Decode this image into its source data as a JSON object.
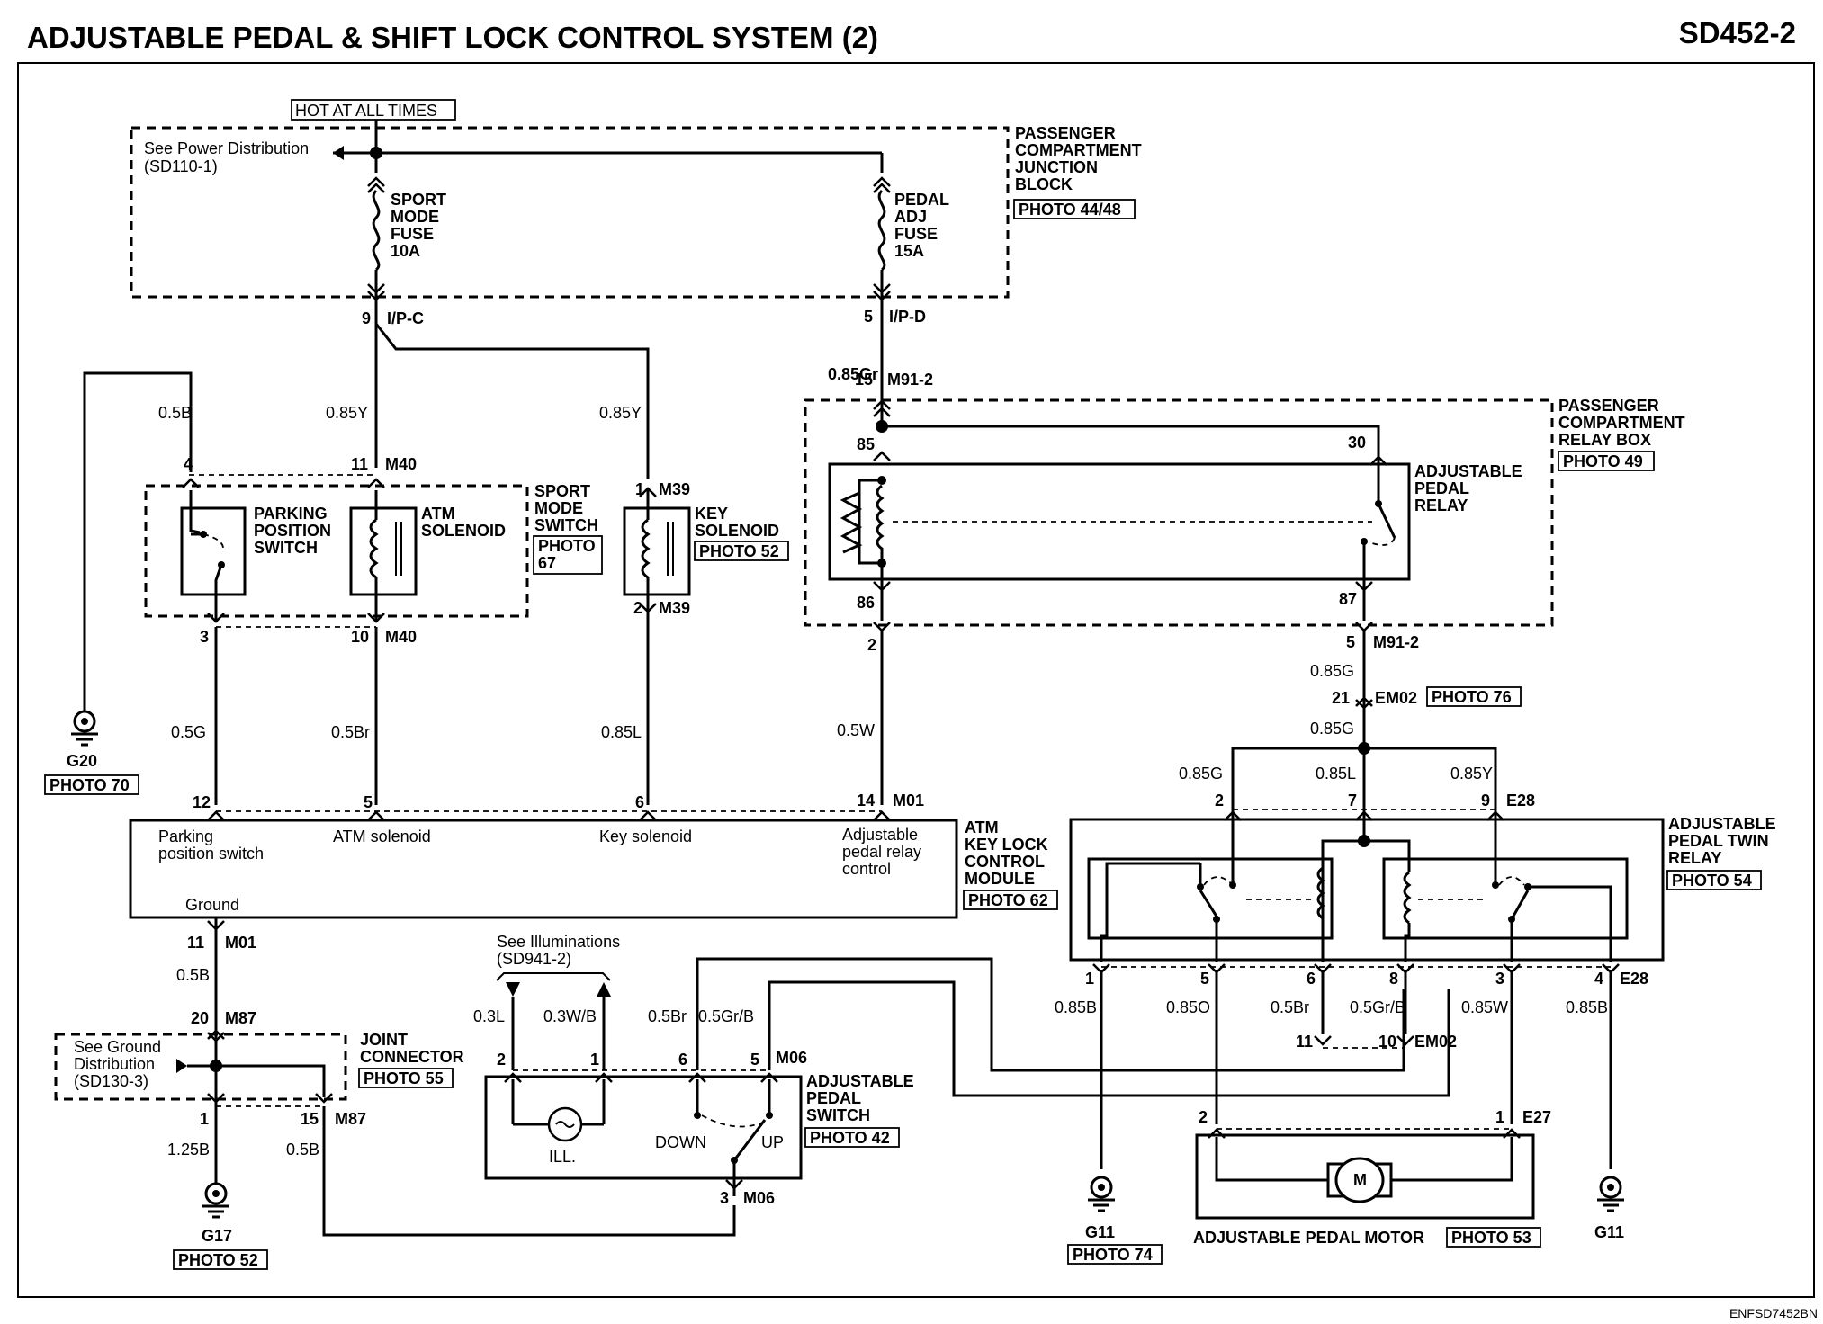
{
  "title": "ADJUSTABLE PEDAL & SHIFT LOCK CONTROL SYSTEM (2)",
  "code": "SD452-2",
  "footer_code": "ENFSD7452BN",
  "hot_at_all_times": "HOT AT ALL TIMES",
  "power_dist": [
    "See Power Distribution",
    "(SD110-1)"
  ],
  "junction_block": {
    "label": [
      "PASSENGER",
      "COMPARTMENT",
      "JUNCTION",
      "BLOCK"
    ],
    "photo": "PHOTO 44/48",
    "fuse_sport": [
      "SPORT",
      "MODE",
      "FUSE",
      "10A"
    ],
    "fuse_pedal": [
      "PEDAL",
      "ADJ",
      "FUSE",
      "15A"
    ]
  },
  "relay_box": {
    "label": [
      "PASSENGER",
      "COMPARTMENT",
      "RELAY BOX"
    ],
    "photo": "PHOTO 49",
    "relay": [
      "ADJUSTABLE",
      "PEDAL",
      "RELAY"
    ],
    "pins": {
      "p85": "85",
      "p30": "30",
      "p86": "86",
      "p87": "87"
    }
  },
  "sport_switch": {
    "label": [
      "SPORT",
      "MODE",
      "SWITCH"
    ],
    "photo": [
      "PHOTO",
      "67"
    ],
    "parking": [
      "PARKING",
      "POSITION",
      "SWITCH"
    ],
    "atm": [
      "ATM",
      "SOLENOID"
    ]
  },
  "key_solenoid": {
    "label": [
      "KEY",
      "SOLENOID"
    ],
    "photo": "PHOTO 52"
  },
  "ground_g20": {
    "name": "G20",
    "photo": "PHOTO 70"
  },
  "atm_module": {
    "label": [
      "ATM",
      "KEY LOCK",
      "CONTROL",
      "MODULE"
    ],
    "photo": "PHOTO 62",
    "inputs": [
      "Parking",
      "position switch",
      "ATM solenoid",
      "Key solenoid",
      "Adjustable",
      "pedal relay",
      "control"
    ],
    "ground": "Ground"
  },
  "joint": {
    "see": [
      "See Ground",
      "Distribution",
      "(SD130-3)"
    ],
    "label": [
      "JOINT",
      "CONNECTOR"
    ],
    "photo": "PHOTO 55"
  },
  "ground_g17": {
    "name": "G17",
    "photo": "PHOTO 52"
  },
  "illum": [
    "See Illuminations",
    "(SD941-2)"
  ],
  "pedal_switch": {
    "label": [
      "ADJUSTABLE",
      "PEDAL",
      "SWITCH"
    ],
    "photo": "PHOTO 42",
    "ill": "ILL.",
    "down": "DOWN",
    "up": "UP"
  },
  "twin_relay": {
    "label": [
      "ADJUSTABLE",
      "PEDAL TWIN",
      "RELAY"
    ],
    "photo": "PHOTO 54"
  },
  "motor": {
    "label": "ADJUSTABLE PEDAL MOTOR",
    "photo": "PHOTO 53",
    "symbol": "M"
  },
  "ground_g11a": {
    "name": "G11",
    "photo": "PHOTO 74"
  },
  "ground_g11b": {
    "name": "G11"
  },
  "connectors": {
    "ipc": "I/P-C",
    "ipd": "I/P-D",
    "m91": "M91-2",
    "m40": "M40",
    "m39": "M39",
    "m01": "M01",
    "m87": "M87",
    "m06": "M06",
    "em02": "EM02",
    "e28": "E28",
    "e27": "E27",
    "photo76": "PHOTO 76"
  },
  "wires": {
    "w085gr": "0.85Gr",
    "w05b": "0.5B",
    "w085y": "0.85Y",
    "w05g": "0.5G",
    "w05br": "0.5Br",
    "w085l": "0.85L",
    "w05w": "0.5W",
    "w085g": "0.85G",
    "w125b": "1.25B",
    "w03l": "0.3L",
    "w03wb": "0.3W/B",
    "w05grb": "0.5Gr/B",
    "w085b": "0.85B",
    "w085o": "0.85O",
    "w085w": "0.85W"
  },
  "pins": {
    "n1": "1",
    "n2": "2",
    "n3": "3",
    "n4": "4",
    "n5": "5",
    "n6": "6",
    "n7": "7",
    "n8": "8",
    "n9": "9",
    "n10": "10",
    "n11": "11",
    "n12": "12",
    "n14": "14",
    "n15": "15",
    "n20": "20",
    "n21": "21"
  }
}
